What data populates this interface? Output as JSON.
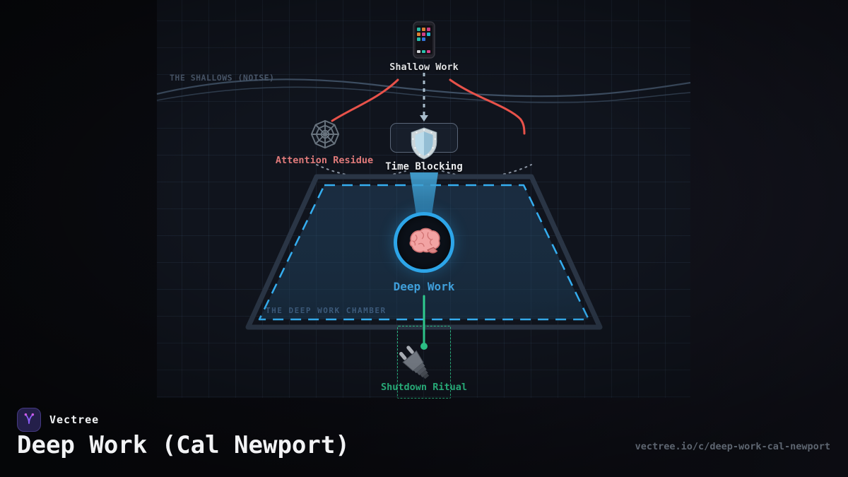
{
  "brand": {
    "name": "Vectree"
  },
  "footer": {
    "title": "Deep Work (Cal Newport)",
    "url": "vectree.io/c/deep-work-cal-newport"
  },
  "regions": {
    "shallows_label": "THE SHALLOWS (NOISE)",
    "chamber_label": "THE DEEP WORK CHAMBER"
  },
  "nodes": {
    "shallow_work": "Shallow Work",
    "attention_residue": "Attention Residue",
    "time_blocking": "Time Blocking",
    "deep_work": "Deep Work",
    "shutdown_ritual": "Shutdown Ritual"
  },
  "colors": {
    "accent_blue": "#2da5e8",
    "accent_green": "#2fcc8f",
    "accent_red": "#e8524a",
    "label_salmon": "#e07a7a",
    "chamber_dash": "#35aef0",
    "muted_slate": "#4e5c70"
  }
}
